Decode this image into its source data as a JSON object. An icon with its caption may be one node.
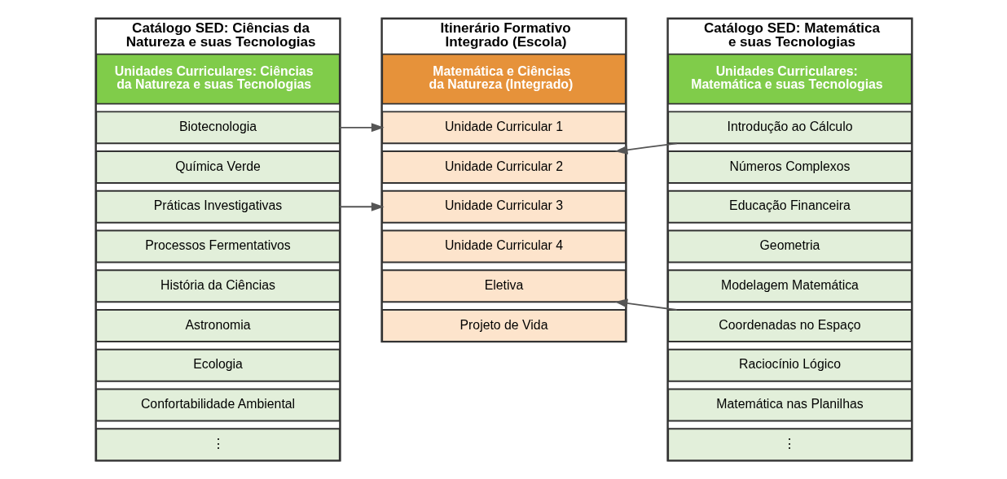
{
  "diagram": {
    "nodes": [
      {
        "text": [
          "Catálogo SED: Ciências da Natureza e suas Tecnologias"
        ]
      },
      {
        "text": [
          "Unidades Curriculares: Ciências da Natureza e suas Tecnologias"
        ],
        "in": 0
      },
      {
        "text": [
          "Biotecnologia"
        ],
        "in": 0
      },
      {
        "text": [
          "Química Verde"
        ],
        "in": 0
      },
      {
        "text": [
          "Práticas Investigativas"
        ],
        "in": 0
      },
      {
        "text": [
          "Processos Fermentativos"
        ],
        "in": 0
      },
      {
        "text": [
          "História da Ciências"
        ],
        "in": 0
      },
      {
        "text": [
          "Astronomia"
        ],
        "in": 0
      },
      {
        "text": [
          "Ecologia"
        ],
        "in": 0
      },
      {
        "text": [
          "Confortabilidade Ambiental"
        ],
        "in": 0
      },
      {
        "text": [
          "⋮"
        ],
        "in": 0
      },
      {
        "text": [
          "Itinerário Formativo Integrado (Escola)"
        ]
      },
      {
        "text": [
          "Matemática e Ciências da Natureza (Integrado)"
        ],
        "in": 11
      },
      {
        "text": [
          "Unidade Curricular 1"
        ],
        "in": 11
      },
      {
        "text": [
          "Unidade Curricular 2"
        ],
        "in": 11
      },
      {
        "text": [
          "Unidade Curricular 3"
        ],
        "in": 11
      },
      {
        "text": [
          "Unidade Curricular 4"
        ],
        "in": 11
      },
      {
        "text": [
          "Eletiva"
        ],
        "in": 11
      },
      {
        "text": [
          "Projeto de Vida"
        ],
        "in": 11
      },
      {
        "text": [
          "Catálogo SED: Matemática e suas Tecnologias"
        ]
      },
      {
        "text": [
          "Unidades Curriculares: Matemática e suas Tecnologias"
        ],
        "in": 19
      },
      {
        "text": [
          "Introdução ao Cálculo"
        ],
        "in": 19
      },
      {
        "text": [
          "Números Complexos"
        ],
        "in": 19
      },
      {
        "text": [
          "Educação Financeira"
        ],
        "in": 19
      },
      {
        "text": [
          "Geometria"
        ],
        "in": 19
      },
      {
        "text": [
          "Modelagem Matemática"
        ],
        "in": 19
      },
      {
        "text": [
          "Coordenadas no Espaço"
        ],
        "in": 19
      },
      {
        "text": [
          "Raciocínio Lógico"
        ],
        "in": 19
      },
      {
        "text": [
          "Matemática nas Planilhas"
        ],
        "in": 19
      },
      {
        "text": [
          "⋮"
        ],
        "in": 19
      }
    ],
    "edges": [
      {
        "from": 2,
        "to": 13,
        "arrow": "to"
      },
      {
        "from": 4,
        "to": 15,
        "arrow": "to"
      },
      {
        "from": 21,
        "to": 14,
        "arrow": "to"
      },
      {
        "from": 26,
        "to": 17,
        "arrow": "to"
      }
    ]
  }
}
